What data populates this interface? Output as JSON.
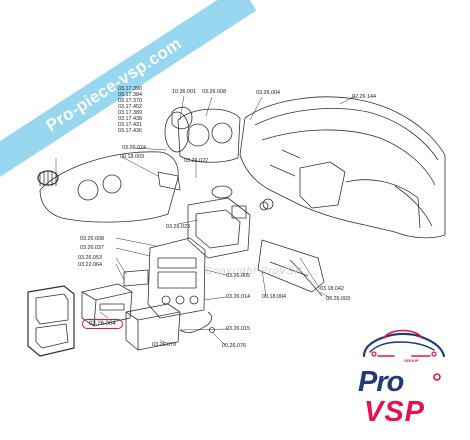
{
  "banner": {
    "text": "Pro-piece-vsp.com"
  },
  "watermark": {
    "text": "Copyright ProVSP"
  },
  "logo": {
    "word1": "Pro",
    "word2": "VSP",
    "group": "GROUP"
  },
  "gauge_stack": [
    "03.17.390",
    "03.17.384",
    "03.17.370",
    "03.17.452",
    "03.17.389",
    "03.17.438",
    "03.17.431",
    "03.17.436"
  ],
  "part_labels": {
    "l_10_36_001": "10.36.001",
    "l_03_26_008_top": "03.26.008",
    "l_03_26_004_top": "03.26.004",
    "l_02_26_144": "02.26.144",
    "l_03_26_024": "03.26.024",
    "l_00_18_003": "00.18.003",
    "l_03_26_022": "03.26.022",
    "l_03_26_023": "03.26.023",
    "l_03_26_008": "03.26.008",
    "l_03_26_037": "03.26.037",
    "l_03_26_053": "03.26.053",
    "l_03_22_064": "03.22.064",
    "l_03_26_005": "03.26.005",
    "l_03_26_014": "03.26.014",
    "l_03_18_042": "03.18.042",
    "l_00_18_004": "00.18.004",
    "l_03_26_003": "03.26.003",
    "l_03_26_004_hl": "03.26.004",
    "l_03_26_015": "03.26.015",
    "l_03_26_079": "03.26.079",
    "l_00_26_076": "00.26.076"
  },
  "colors": {
    "accent": "#e4134f",
    "brand_blue": "#1f3d7a",
    "banner": "#8fd4ef",
    "line": "#333333"
  }
}
